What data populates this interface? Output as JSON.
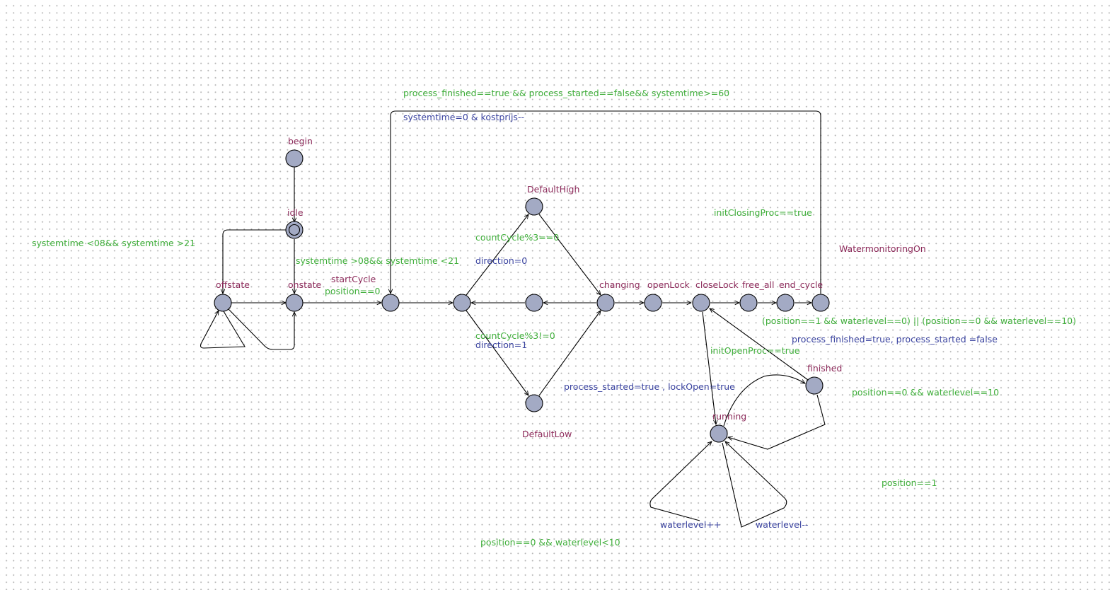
{
  "colors": {
    "location_fill": "#a3aac4",
    "name_label": "#8c2a5a",
    "guard_label": "#3fae3a",
    "update_label": "#3b44a0"
  },
  "locations": {
    "begin": "begin",
    "idle": "idle",
    "offstate": "offstate",
    "onstate": "onstate",
    "default_high": "DefaultHigh",
    "default_low": "DefaultLow",
    "changing": "changing",
    "open_lock": "openLock",
    "close_lock": "closeLock",
    "free_all": "free_all",
    "end_cycle": "end_cycle",
    "finished": "finished",
    "running": "running"
  },
  "sync_labels": {
    "start_cycle": "startCycle",
    "watermonitoring_on": "WatermonitoringOn"
  },
  "guards": {
    "cycle_reset": "process_finished==true && process_started==false&& systemtime>=60",
    "off_hours": "systemtime <08&& systemtime >21",
    "on_hours": "systemtime >08&& systemtime <21",
    "position_zero": "position==0",
    "count_cycle_eq": "countCycle%3==0",
    "count_cycle_neq": "countCycle%3!=0",
    "init_closing": "initClosingProc==true",
    "init_open": "initOpenProc==true",
    "waterlevel_done": "(position==1 && waterlevel==0) || (position==0 && waterlevel==10)",
    "finished_loop": "position==0 && waterlevel==10",
    "position_one": "position==1",
    "fill_loop": "position==0 && waterlevel<10"
  },
  "updates": {
    "cycle_reset": "systemtime=0 & kostprijs--",
    "direction_zero": "direction=0",
    "direction_one": "direction=1",
    "process_started": "process_started=true , lockOpen=true",
    "process_finished": "process_finished=true, process_started =false",
    "waterlevel_up": "waterlevel++",
    "waterlevel_down": "waterlevel--"
  }
}
